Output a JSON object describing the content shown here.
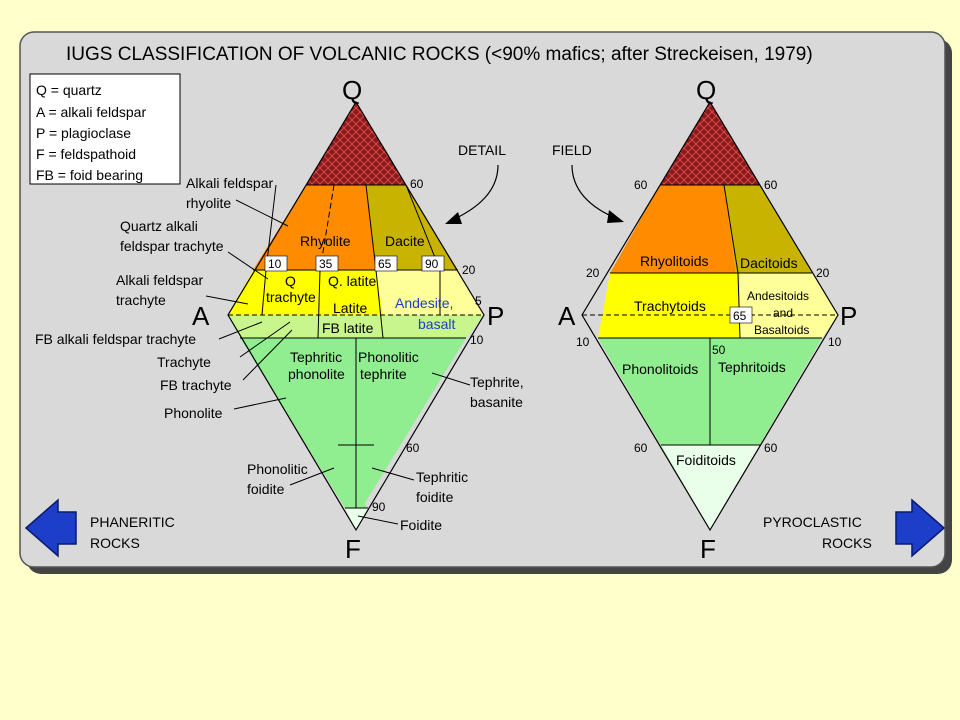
{
  "title": "IUGS CLASSIFICATION OF VOLCANIC ROCKS (<90% mafics; after Streckeisen, 1979)",
  "legend": [
    "Q  = quartz",
    "A  = alkali feldspar",
    "P  = plagioclase",
    "F  = feldspathoid",
    "FB = foid bearing"
  ],
  "vertices": {
    "q": "Q",
    "a": "A",
    "p": "P",
    "f": "F"
  },
  "section_labels": {
    "detail": "DETAIL",
    "field": "FIELD"
  },
  "detail": {
    "fields": {
      "rhyolite": "Rhyolite",
      "dacite": "Dacite",
      "q_trachyte_1": "Q",
      "q_trachyte_2": "trachyte",
      "q_latite": "Q. latite",
      "latite": "Latite",
      "andesite_1": "Andesite,",
      "andesite_2": "basalt",
      "fb_latite": "FB latite",
      "tephritic_phonolite_1": "Tephritic",
      "tephritic_phonolite_2": "phonolite",
      "phonolitic_tephrite_1": "Phonolitic",
      "phonolitic_tephrite_2": "tephrite"
    },
    "callouts": {
      "afs_rhyolite_1": "Alkali feldspar",
      "afs_rhyolite_2": "rhyolite",
      "qafs_trachyte_1": "Quartz alkali",
      "qafs_trachyte_2": "feldspar trachyte",
      "afs_trachyte_1": "Alkali feldspar",
      "afs_trachyte_2": "trachyte",
      "fb_afs_trachyte": "FB alkali feldspar trachyte",
      "trachyte": "Trachyte",
      "fb_trachyte": "FB trachyte",
      "phonolite": "Phonolite",
      "tephrite_1": "Tephrite,",
      "tephrite_2": "basanite",
      "phonolitic_foidite_1": "Phonolitic",
      "phonolitic_foidite_2": "foidite",
      "tephritic_foidite_1": "Tephritic",
      "tephritic_foidite_2": "foidite",
      "foidite": "Foidite"
    },
    "numbers": {
      "q60": "60",
      "q20": "20",
      "q5": "5",
      "f10": "10",
      "f60": "60",
      "f90": "90",
      "b10": "10",
      "b35": "35",
      "b65": "65",
      "b90": "90"
    }
  },
  "field": {
    "fields": {
      "rhyolitoids": "Rhyolitoids",
      "dacitoids": "Dacitoids",
      "trachytoids": "Trachytoids",
      "andesitoids_1": "Andesitoids",
      "andesitoids_2": "and",
      "andesitoids_3": "Basaltoids",
      "phonolitoids": "Phonolitoids",
      "tephritoids": "Tephritoids",
      "foiditoids": "Foiditoids"
    },
    "numbers": {
      "q60l": "60",
      "q60r": "60",
      "q20l": "20",
      "q20r": "20",
      "f10l": "10",
      "f10r": "10",
      "f60l": "60",
      "f60r": "60",
      "n65": "65",
      "n50": "50"
    }
  },
  "nav": {
    "left_1": "PHANERITIC",
    "left_2": "ROCKS",
    "right_1": "PYROCLASTIC",
    "right_2": "ROCKS"
  },
  "colors": {
    "background": "#ffffcc",
    "panel": "#d9d9d9",
    "quartz_cap": "#8b1a1a",
    "orange": "#ff8c00",
    "olive": "#c8b400",
    "yellow": "#ffff00",
    "pale_yellow": "#ffff99",
    "green": "#90ee90",
    "pale_green": "#eaffea",
    "arrow": "#1d3ec9"
  }
}
